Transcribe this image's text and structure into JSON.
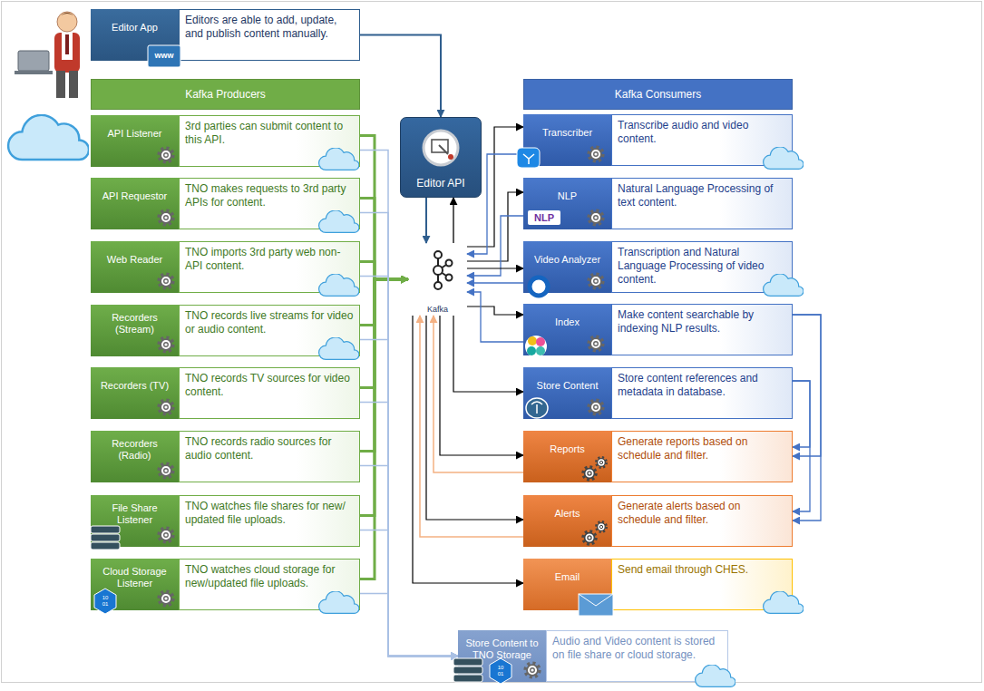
{
  "diagram": {
    "nodes": [
      {
        "text": [
          "Editor App",
          "Editors are able to add, update, and publish content manually."
        ]
      },
      {
        "text": [
          "Kafka Producers"
        ]
      },
      {
        "text": [
          "API Listener",
          "3rd parties can submit content to this API."
        ]
      },
      {
        "text": [
          "API Requestor",
          "TNO makes requests to 3rd party APIs for content."
        ]
      },
      {
        "text": [
          "Web Reader",
          "TNO imports 3rd party web non-API content."
        ]
      },
      {
        "text": [
          "Recorders (Stream)",
          "TNO records live streams for video or audio content."
        ]
      },
      {
        "text": [
          "Recorders (TV)",
          "TNO records TV sources for video content."
        ]
      },
      {
        "text": [
          "Recorders (Radio)",
          "TNO records radio sources for audio content."
        ]
      },
      {
        "text": [
          "File Share Listener",
          "TNO watches file shares for new/ updated file uploads."
        ]
      },
      {
        "text": [
          "Cloud Storage Listener",
          "TNO watches cloud storage for new/updated file uploads."
        ]
      },
      {
        "text": [
          "Editor API"
        ]
      },
      {
        "text": [
          "Kafka"
        ]
      },
      {
        "text": [
          "Kafka Consumers"
        ]
      },
      {
        "text": [
          "Transcriber",
          "Transcribe audio and video content."
        ]
      },
      {
        "text": [
          "NLP",
          "Natural Language Processing of text content."
        ]
      },
      {
        "text": [
          "Video Analyzer",
          "Transcription and Natural Language Processing of video content."
        ]
      },
      {
        "text": [
          "Index",
          "Make content searchable by indexing NLP results."
        ]
      },
      {
        "text": [
          "Store Content",
          "Store content references and metadata in database."
        ]
      },
      {
        "text": [
          "Reports",
          "Generate reports based on schedule and filter."
        ]
      },
      {
        "text": [
          "Alerts",
          "Generate alerts based on schedule and filter."
        ]
      },
      {
        "text": [
          "Email",
          "Send email through CHES."
        ]
      },
      {
        "text": [
          "Store Content to TNO Storage",
          "Audio and Video content is stored on file share or cloud storage."
        ]
      }
    ],
    "edges": [
      {
        "from": 0,
        "to": 10,
        "arrow": "to"
      },
      {
        "from": 10,
        "to": 11,
        "arrow": "to"
      },
      {
        "from": 11,
        "to": 10,
        "arrow": "to"
      },
      {
        "from": 2,
        "to": 11,
        "arrow": "to"
      },
      {
        "from": 3,
        "to": 11,
        "arrow": "to"
      },
      {
        "from": 4,
        "to": 11,
        "arrow": "to"
      },
      {
        "from": 5,
        "to": 11,
        "arrow": "to"
      },
      {
        "from": 6,
        "to": 11,
        "arrow": "to"
      },
      {
        "from": 7,
        "to": 11,
        "arrow": "to"
      },
      {
        "from": 8,
        "to": 11,
        "arrow": "to"
      },
      {
        "from": 9,
        "to": 11,
        "arrow": "to"
      },
      {
        "from": 2,
        "to": 21,
        "arrow": "to"
      },
      {
        "from": 3,
        "to": 21,
        "arrow": "to"
      },
      {
        "from": 4,
        "to": 21,
        "arrow": "to"
      },
      {
        "from": 5,
        "to": 21,
        "arrow": "to"
      },
      {
        "from": 6,
        "to": 21,
        "arrow": "to"
      },
      {
        "from": 7,
        "to": 21,
        "arrow": "to"
      },
      {
        "from": 8,
        "to": 21,
        "arrow": "to"
      },
      {
        "from": 9,
        "to": 21,
        "arrow": "to"
      },
      {
        "from": 11,
        "to": 13,
        "arrow": "to"
      },
      {
        "from": 13,
        "to": 11,
        "arrow": "to"
      },
      {
        "from": 11,
        "to": 14,
        "arrow": "to"
      },
      {
        "from": 14,
        "to": 11,
        "arrow": "to"
      },
      {
        "from": 11,
        "to": 15,
        "arrow": "to"
      },
      {
        "from": 15,
        "to": 11,
        "arrow": "to"
      },
      {
        "from": 11,
        "to": 16,
        "arrow": "to"
      },
      {
        "from": 16,
        "to": 11,
        "arrow": "to"
      },
      {
        "from": 11,
        "to": 17,
        "arrow": "to"
      },
      {
        "from": 11,
        "to": 18,
        "arrow": "to"
      },
      {
        "from": 18,
        "to": 11,
        "arrow": "to"
      },
      {
        "from": 11,
        "to": 19,
        "arrow": "to"
      },
      {
        "from": 19,
        "to": 11,
        "arrow": "to"
      },
      {
        "from": 11,
        "to": 20,
        "arrow": "to"
      },
      {
        "from": 16,
        "to": 18,
        "arrow": "to"
      },
      {
        "from": 16,
        "to": 19,
        "arrow": "to"
      },
      {
        "from": 17,
        "to": 18,
        "arrow": "to"
      },
      {
        "from": 17,
        "to": 19,
        "arrow": "to"
      }
    ],
    "labels": [
      "www",
      "NLP",
      "10 01",
      "10 01"
    ]
  }
}
